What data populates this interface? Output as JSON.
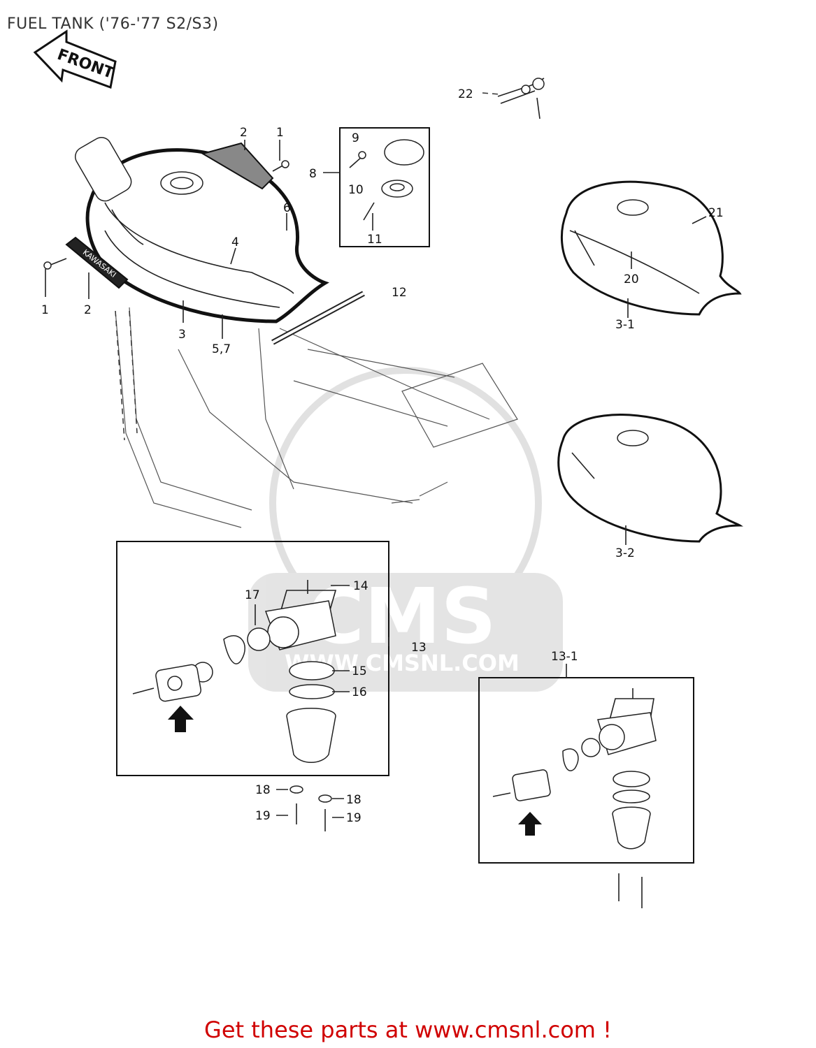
{
  "title": "FUEL TANK ('76-'77 S2/S3)",
  "front_arrow_label": "FRONT",
  "decal_text": "KAWASAKI",
  "watermark": {
    "brand": "CMS",
    "url": "WWW.CMSNL.COM"
  },
  "callouts": {
    "c1a": "1",
    "c1b": "1",
    "c2a": "2",
    "c2b": "2",
    "c3": "3",
    "c3_1": "3-1",
    "c3_2": "3-2",
    "c4": "4",
    "c57": "5,7",
    "c6": "6",
    "c8": "8",
    "c9": "9",
    "c10": "10",
    "c11": "11",
    "c12": "12",
    "c13": "13",
    "c13_1": "13-1",
    "c14": "14",
    "c15": "15",
    "c16": "16",
    "c17": "17",
    "c18a": "18",
    "c18b": "18",
    "c19a": "19",
    "c19b": "19",
    "c20": "20",
    "c21": "21",
    "c22": "22"
  },
  "footer_cta": "Get these parts at www.cmsnl.com !"
}
